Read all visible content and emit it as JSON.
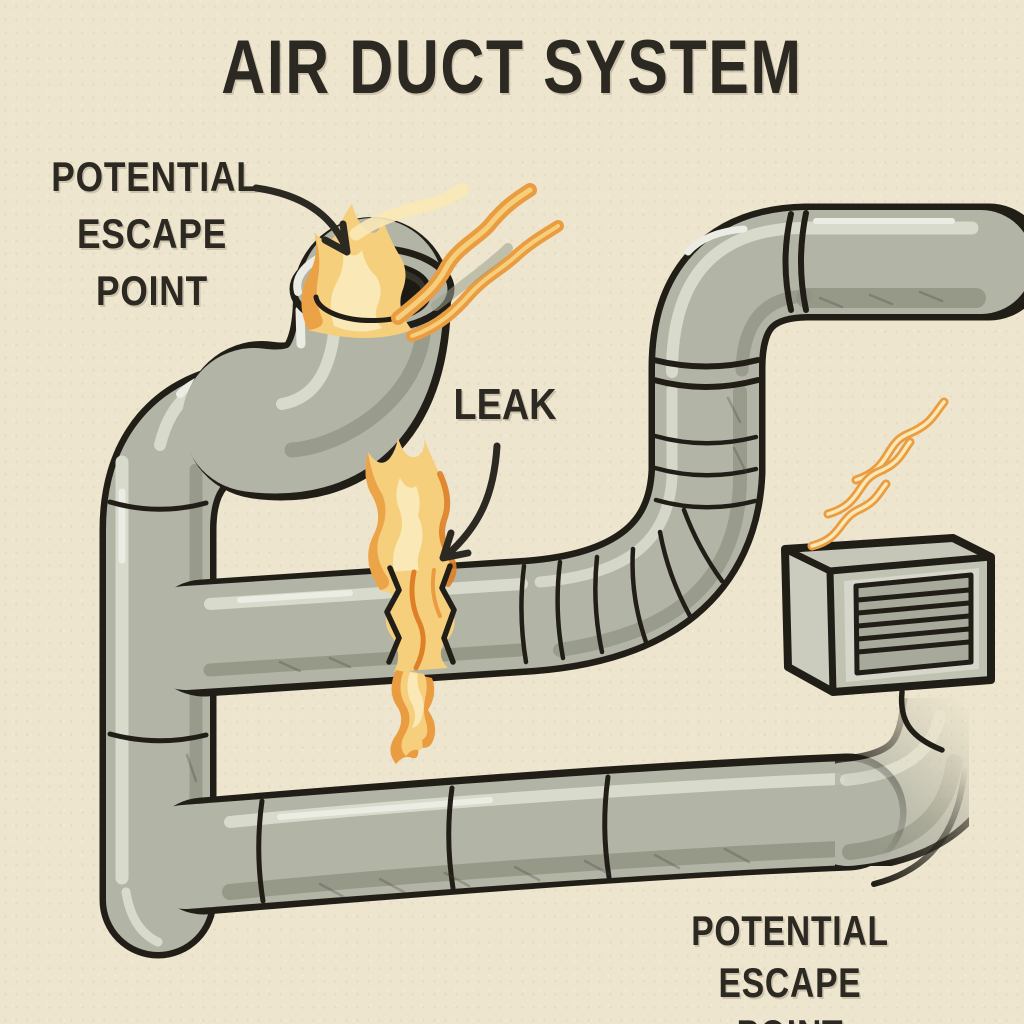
{
  "title": "AIR DUCT SYSTEM",
  "labels": {
    "escape_point_top": {
      "line1": "POTENTIAL",
      "line2": "ESCAPE",
      "line3": "POINT"
    },
    "leak": "LEAK",
    "escape_point_bottom": {
      "line1": "POTENTIAL",
      "line2": "ESCAPE POINT"
    }
  },
  "illustration": {
    "parts": [
      "open-duct-end-with-flames",
      "left-vertical-pipe",
      "middle-duct-with-leak-crack",
      "flexible-corrugated-duct",
      "top-right-duct",
      "bottom-duct",
      "wall-vent-unit-with-louvered-grille",
      "heat-waves",
      "curved-pointer-arrows"
    ]
  },
  "colors": {
    "background": "#ede5cd",
    "outline": "#211e17",
    "duct": "#b2b4a6",
    "duct_light": "#d8dacc",
    "duct_bright": "#ebece4",
    "duct_shade": "#8f9181",
    "opening_dark": "#343329",
    "opening_deep": "#1b1a13",
    "flame_gold": "#f6cf7d",
    "flame_orange": "#ea9c40",
    "flame_deep": "#dd8028",
    "flame_cream": "#fae8b6",
    "smoke_grey": "#9aa08e",
    "vent_top": "#c5c6b8",
    "vent_side": "#cbccbe",
    "vent_front": "#c0c2b2",
    "vent_panel_light": "#d6d7ca",
    "grille": "#a7aa9a",
    "text": "#2c2923"
  }
}
